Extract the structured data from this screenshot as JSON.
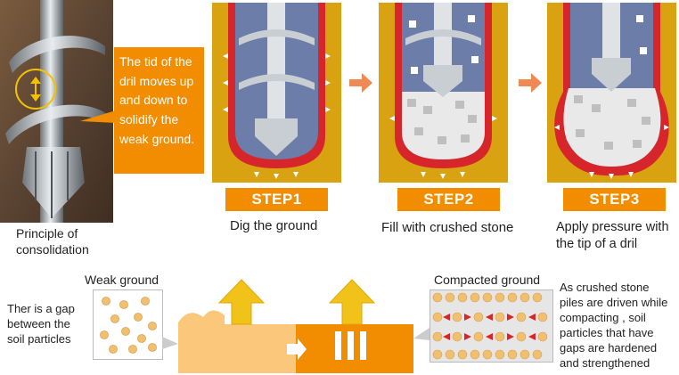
{
  "principle": {
    "caption_line1": "Principle of",
    "caption_line2": "consolidation",
    "callout_lines": [
      "The tid of the",
      "dril moves up",
      "and down to",
      "solidify the",
      "weak ground."
    ]
  },
  "steps": [
    {
      "badge_word": "STEP",
      "badge_num": "1",
      "caption_lines": [
        "Dig the ground"
      ]
    },
    {
      "badge_word": "STEP",
      "badge_num": "2",
      "caption_lines": [
        "Fill with crushed stone"
      ]
    },
    {
      "badge_word": "STEP",
      "badge_num": "3",
      "caption_lines": [
        "Apply pressure with",
        "the tip of a dril"
      ]
    }
  ],
  "bottom": {
    "weak_label": "Weak ground",
    "weak_text_lines": [
      "Ther is a gap",
      "between the",
      "soil particles"
    ],
    "compact_label": "Compacted ground",
    "compact_text_lines": [
      "As crushed stone",
      "piles are driven while",
      "compacting , soil",
      "particles that have",
      "gaps are hardened",
      "and strengthened"
    ]
  },
  "colors": {
    "orange": "#f28c00",
    "gold": "#d9a211",
    "red_fill": "#d7262b",
    "light_orange": "#fbc77a",
    "arrow_yellow": "#f0c21a"
  }
}
